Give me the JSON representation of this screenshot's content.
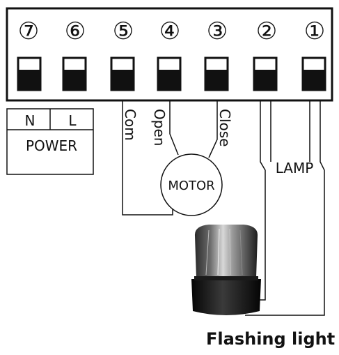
{
  "terminals": [
    {
      "number": "⑦",
      "label": ""
    },
    {
      "number": "⑥",
      "label": ""
    },
    {
      "number": "⑤",
      "label": "Com"
    },
    {
      "number": "④",
      "label": "Open"
    },
    {
      "number": "③",
      "label": "Close"
    },
    {
      "number": "②",
      "label": ""
    },
    {
      "number": "①",
      "label": ""
    }
  ],
  "power": {
    "n_label": "N",
    "l_label": "L",
    "title": "POWER"
  },
  "motor": {
    "label": "MOTOR"
  },
  "lamp": {
    "label": "LAMP"
  },
  "caption": "Flashing light"
}
